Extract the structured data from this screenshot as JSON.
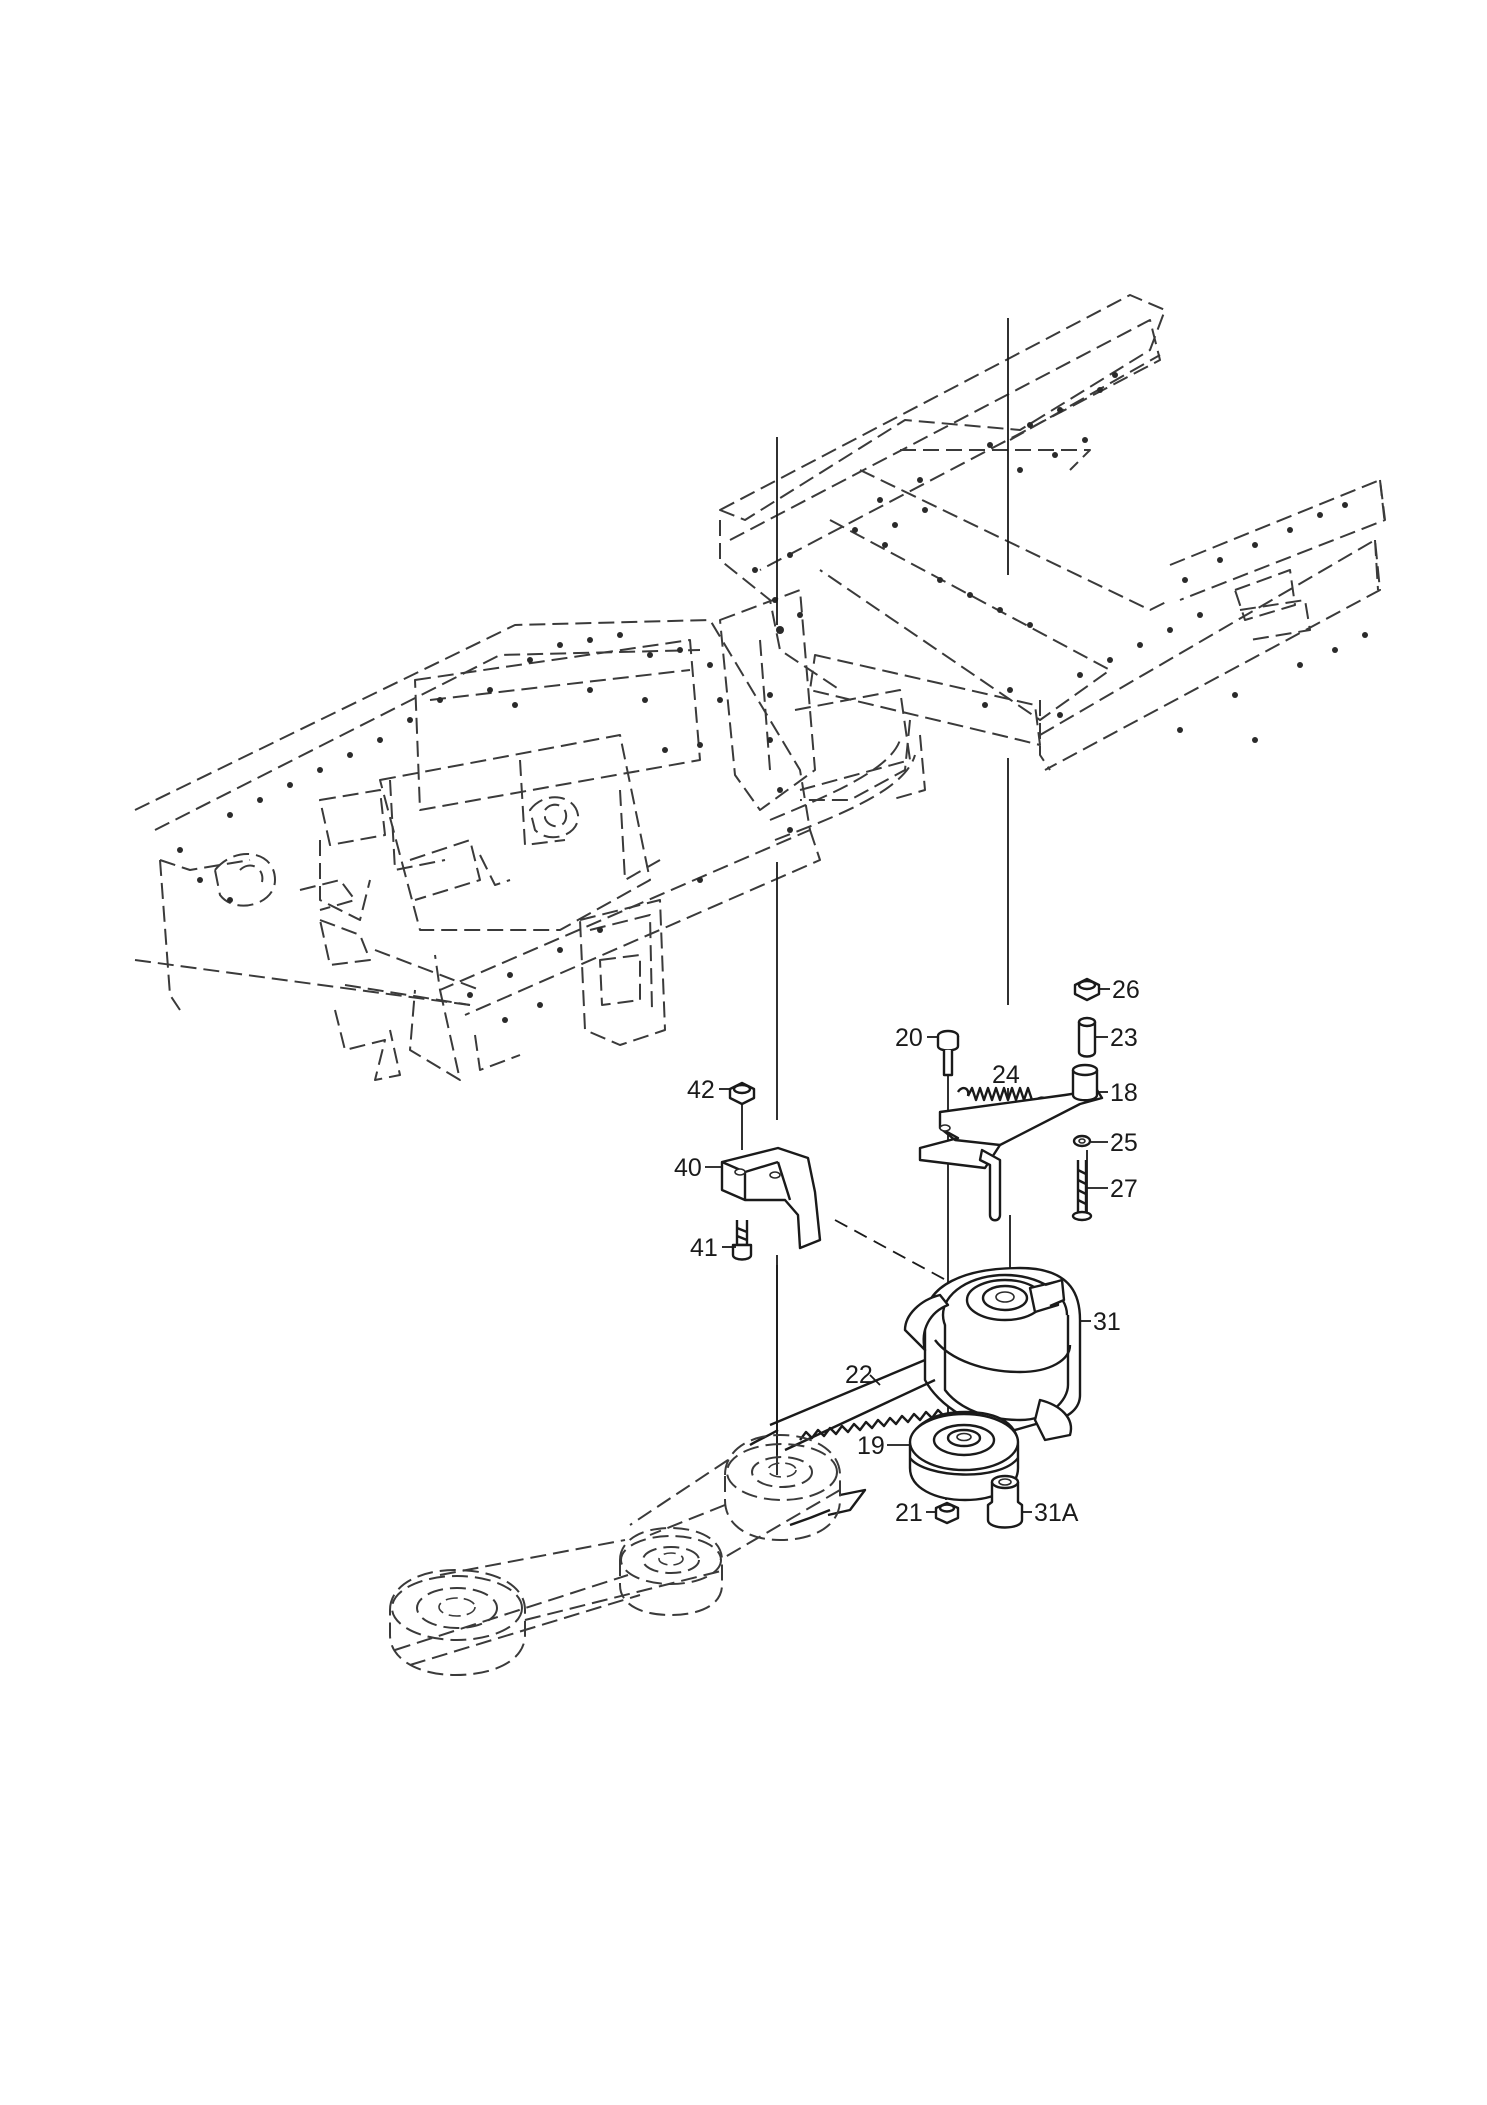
{
  "diagram": {
    "callouts": [
      {
        "id": "c26",
        "label": "26"
      },
      {
        "id": "c23",
        "label": "23"
      },
      {
        "id": "c20",
        "label": "20"
      },
      {
        "id": "c24",
        "label": "24"
      },
      {
        "id": "c18",
        "label": "18"
      },
      {
        "id": "c42",
        "label": "42"
      },
      {
        "id": "c25",
        "label": "25"
      },
      {
        "id": "c40",
        "label": "40"
      },
      {
        "id": "c27",
        "label": "27"
      },
      {
        "id": "c41",
        "label": "41"
      },
      {
        "id": "c31",
        "label": "31"
      },
      {
        "id": "c22",
        "label": "22"
      },
      {
        "id": "c19",
        "label": "19"
      },
      {
        "id": "c21",
        "label": "21"
      },
      {
        "id": "c31A",
        "label": "31A"
      }
    ]
  }
}
